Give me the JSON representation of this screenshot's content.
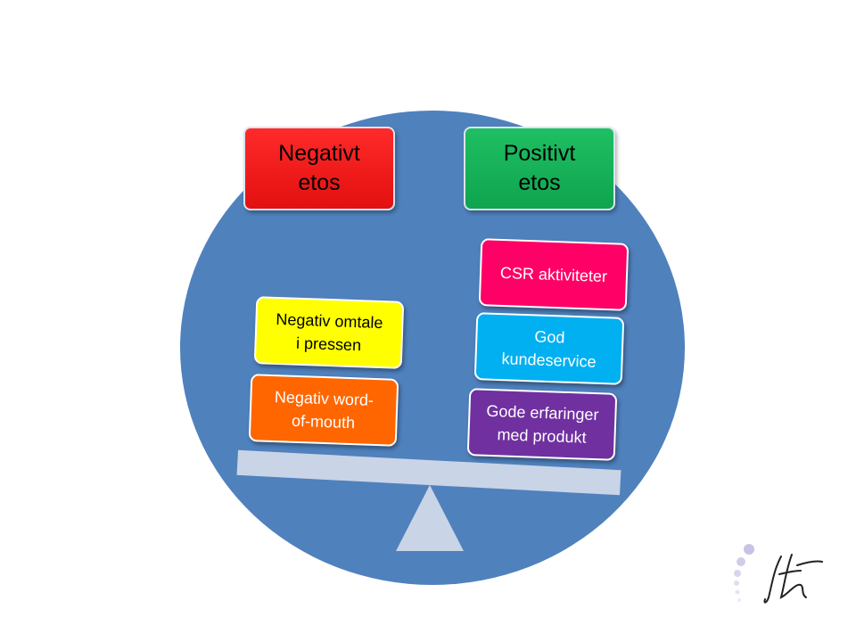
{
  "diagram": {
    "negative_header": "Negativt\netos",
    "positive_header": "Positivt\netos",
    "negative_items": [
      "Negativ omtale\ni pressen",
      "Negativ word-\nof-mouth"
    ],
    "positive_items": [
      "CSR aktiviteter",
      "God\nkundeservice",
      "Gode erfaringer\nmed produkt"
    ]
  },
  "colors": {
    "circle": "#4f81bd",
    "negative_header": "#ee1c24",
    "positive_header": "#17ad5a",
    "yellow": "#ffff00",
    "orange": "#ff6600",
    "pink": "#ff0066",
    "cyan": "#00b0f0",
    "purple": "#7030a0",
    "beam": "#c9d4e6"
  },
  "logo": {
    "icon": "signature-logo-icon"
  }
}
